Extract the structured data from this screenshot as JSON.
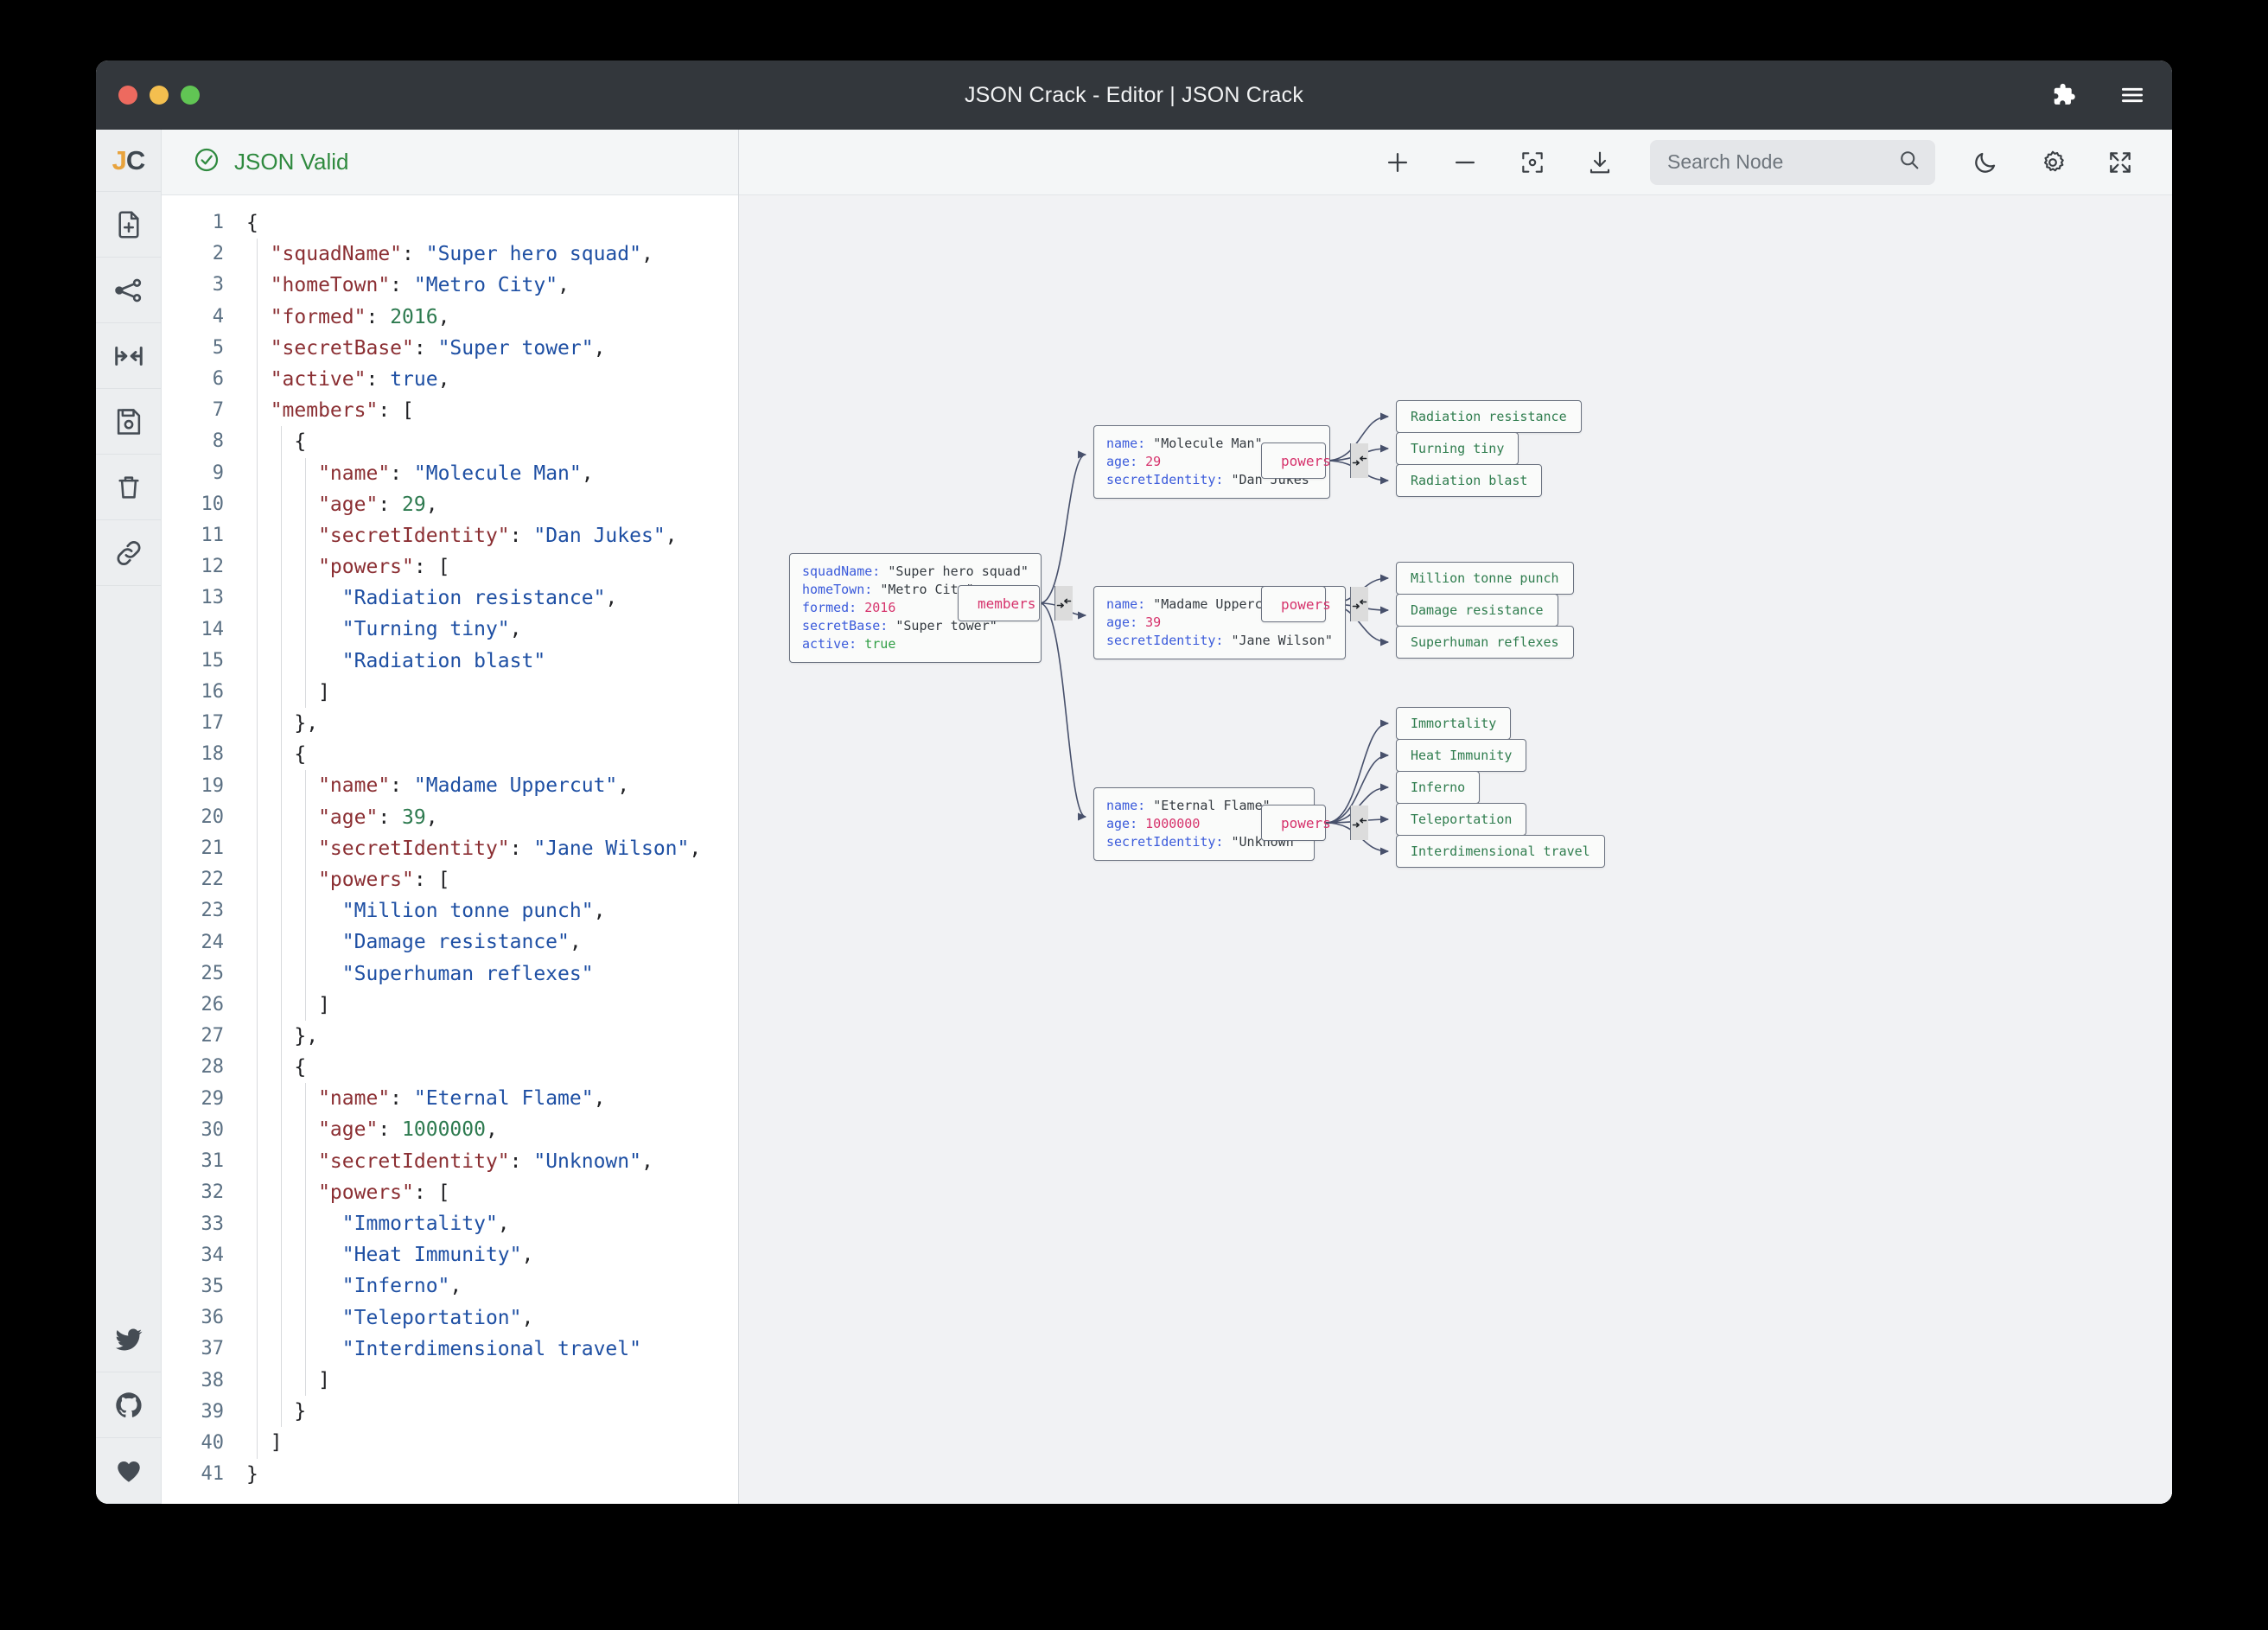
{
  "window": {
    "title": "JSON Crack - Editor | JSON Crack",
    "traffic": {
      "close": "close-button",
      "minimize": "minimize-button",
      "zoom": "zoom-button"
    },
    "actions": [
      {
        "name": "extensions-icon",
        "label": "Extensions"
      },
      {
        "name": "menu-icon",
        "label": "Menu"
      }
    ]
  },
  "rail": {
    "logo": {
      "j": "J",
      "c": "C"
    },
    "items": [
      {
        "name": "new-file-icon",
        "label": "New file"
      },
      {
        "name": "share-graph-icon",
        "label": "Share"
      },
      {
        "name": "collapse-icon",
        "label": "Collapse"
      },
      {
        "name": "save-icon",
        "label": "Save"
      },
      {
        "name": "delete-icon",
        "label": "Delete"
      },
      {
        "name": "link-icon",
        "label": "Copy link"
      }
    ],
    "social": [
      {
        "name": "twitter-icon",
        "label": "Twitter"
      },
      {
        "name": "github-icon",
        "label": "GitHub"
      },
      {
        "name": "heart-icon",
        "label": "Sponsor"
      }
    ]
  },
  "editor": {
    "status": "JSON Valid",
    "status_icon": "check-circle-icon",
    "line_count": 41,
    "lines": [
      {
        "n": 1,
        "tokens": [
          {
            "t": "{",
            "c": "p"
          }
        ],
        "indent": 0
      },
      {
        "n": 2,
        "tokens": [
          {
            "t": "  \"squadName\"",
            "c": "k"
          },
          {
            "t": ": ",
            "c": "p"
          },
          {
            "t": "\"Super hero squad\"",
            "c": "s"
          },
          {
            "t": ",",
            "c": "p"
          }
        ],
        "indent": 1
      },
      {
        "n": 3,
        "tokens": [
          {
            "t": "  \"homeTown\"",
            "c": "k"
          },
          {
            "t": ": ",
            "c": "p"
          },
          {
            "t": "\"Metro City\"",
            "c": "s"
          },
          {
            "t": ",",
            "c": "p"
          }
        ],
        "indent": 1
      },
      {
        "n": 4,
        "tokens": [
          {
            "t": "  \"formed\"",
            "c": "k"
          },
          {
            "t": ": ",
            "c": "p"
          },
          {
            "t": "2016",
            "c": "n"
          },
          {
            "t": ",",
            "c": "p"
          }
        ],
        "indent": 1
      },
      {
        "n": 5,
        "tokens": [
          {
            "t": "  \"secretBase\"",
            "c": "k"
          },
          {
            "t": ": ",
            "c": "p"
          },
          {
            "t": "\"Super tower\"",
            "c": "s"
          },
          {
            "t": ",",
            "c": "p"
          }
        ],
        "indent": 1
      },
      {
        "n": 6,
        "tokens": [
          {
            "t": "  \"active\"",
            "c": "k"
          },
          {
            "t": ": ",
            "c": "p"
          },
          {
            "t": "true",
            "c": "b"
          },
          {
            "t": ",",
            "c": "p"
          }
        ],
        "indent": 1
      },
      {
        "n": 7,
        "tokens": [
          {
            "t": "  \"members\"",
            "c": "k"
          },
          {
            "t": ": [",
            "c": "p"
          }
        ],
        "indent": 1
      },
      {
        "n": 8,
        "tokens": [
          {
            "t": "    {",
            "c": "p"
          }
        ],
        "indent": 2
      },
      {
        "n": 9,
        "tokens": [
          {
            "t": "      \"name\"",
            "c": "k"
          },
          {
            "t": ": ",
            "c": "p"
          },
          {
            "t": "\"Molecule Man\"",
            "c": "s"
          },
          {
            "t": ",",
            "c": "p"
          }
        ],
        "indent": 3
      },
      {
        "n": 10,
        "tokens": [
          {
            "t": "      \"age\"",
            "c": "k"
          },
          {
            "t": ": ",
            "c": "p"
          },
          {
            "t": "29",
            "c": "n"
          },
          {
            "t": ",",
            "c": "p"
          }
        ],
        "indent": 3
      },
      {
        "n": 11,
        "tokens": [
          {
            "t": "      \"secretIdentity\"",
            "c": "k"
          },
          {
            "t": ": ",
            "c": "p"
          },
          {
            "t": "\"Dan Jukes\"",
            "c": "s"
          },
          {
            "t": ",",
            "c": "p"
          }
        ],
        "indent": 3
      },
      {
        "n": 12,
        "tokens": [
          {
            "t": "      \"powers\"",
            "c": "k"
          },
          {
            "t": ": [",
            "c": "p"
          }
        ],
        "indent": 3
      },
      {
        "n": 13,
        "tokens": [
          {
            "t": "        ",
            "c": "p"
          },
          {
            "t": "\"Radiation resistance\"",
            "c": "s"
          },
          {
            "t": ",",
            "c": "p"
          }
        ],
        "indent": 4
      },
      {
        "n": 14,
        "tokens": [
          {
            "t": "        ",
            "c": "p"
          },
          {
            "t": "\"Turning tiny\"",
            "c": "s"
          },
          {
            "t": ",",
            "c": "p"
          }
        ],
        "indent": 4
      },
      {
        "n": 15,
        "tokens": [
          {
            "t": "        ",
            "c": "p"
          },
          {
            "t": "\"Radiation blast\"",
            "c": "s"
          }
        ],
        "indent": 4
      },
      {
        "n": 16,
        "tokens": [
          {
            "t": "      ]",
            "c": "p"
          }
        ],
        "indent": 3
      },
      {
        "n": 17,
        "tokens": [
          {
            "t": "    },",
            "c": "p"
          }
        ],
        "indent": 2
      },
      {
        "n": 18,
        "tokens": [
          {
            "t": "    {",
            "c": "p"
          }
        ],
        "indent": 2
      },
      {
        "n": 19,
        "tokens": [
          {
            "t": "      \"name\"",
            "c": "k"
          },
          {
            "t": ": ",
            "c": "p"
          },
          {
            "t": "\"Madame Uppercut\"",
            "c": "s"
          },
          {
            "t": ",",
            "c": "p"
          }
        ],
        "indent": 3
      },
      {
        "n": 20,
        "tokens": [
          {
            "t": "      \"age\"",
            "c": "k"
          },
          {
            "t": ": ",
            "c": "p"
          },
          {
            "t": "39",
            "c": "n"
          },
          {
            "t": ",",
            "c": "p"
          }
        ],
        "indent": 3
      },
      {
        "n": 21,
        "tokens": [
          {
            "t": "      \"secretIdentity\"",
            "c": "k"
          },
          {
            "t": ": ",
            "c": "p"
          },
          {
            "t": "\"Jane Wilson\"",
            "c": "s"
          },
          {
            "t": ",",
            "c": "p"
          }
        ],
        "indent": 3
      },
      {
        "n": 22,
        "tokens": [
          {
            "t": "      \"powers\"",
            "c": "k"
          },
          {
            "t": ": [",
            "c": "p"
          }
        ],
        "indent": 3
      },
      {
        "n": 23,
        "tokens": [
          {
            "t": "        ",
            "c": "p"
          },
          {
            "t": "\"Million tonne punch\"",
            "c": "s"
          },
          {
            "t": ",",
            "c": "p"
          }
        ],
        "indent": 4
      },
      {
        "n": 24,
        "tokens": [
          {
            "t": "        ",
            "c": "p"
          },
          {
            "t": "\"Damage resistance\"",
            "c": "s"
          },
          {
            "t": ",",
            "c": "p"
          }
        ],
        "indent": 4
      },
      {
        "n": 25,
        "tokens": [
          {
            "t": "        ",
            "c": "p"
          },
          {
            "t": "\"Superhuman reflexes\"",
            "c": "s"
          }
        ],
        "indent": 4
      },
      {
        "n": 26,
        "tokens": [
          {
            "t": "      ]",
            "c": "p"
          }
        ],
        "indent": 3
      },
      {
        "n": 27,
        "tokens": [
          {
            "t": "    },",
            "c": "p"
          }
        ],
        "indent": 2
      },
      {
        "n": 28,
        "tokens": [
          {
            "t": "    {",
            "c": "p"
          }
        ],
        "indent": 2
      },
      {
        "n": 29,
        "tokens": [
          {
            "t": "      \"name\"",
            "c": "k"
          },
          {
            "t": ": ",
            "c": "p"
          },
          {
            "t": "\"Eternal Flame\"",
            "c": "s"
          },
          {
            "t": ",",
            "c": "p"
          }
        ],
        "indent": 3
      },
      {
        "n": 30,
        "tokens": [
          {
            "t": "      \"age\"",
            "c": "k"
          },
          {
            "t": ": ",
            "c": "p"
          },
          {
            "t": "1000000",
            "c": "n"
          },
          {
            "t": ",",
            "c": "p"
          }
        ],
        "indent": 3
      },
      {
        "n": 31,
        "tokens": [
          {
            "t": "      \"secretIdentity\"",
            "c": "k"
          },
          {
            "t": ": ",
            "c": "p"
          },
          {
            "t": "\"Unknown\"",
            "c": "s"
          },
          {
            "t": ",",
            "c": "p"
          }
        ],
        "indent": 3
      },
      {
        "n": 32,
        "tokens": [
          {
            "t": "      \"powers\"",
            "c": "k"
          },
          {
            "t": ": [",
            "c": "p"
          }
        ],
        "indent": 3
      },
      {
        "n": 33,
        "tokens": [
          {
            "t": "        ",
            "c": "p"
          },
          {
            "t": "\"Immortality\"",
            "c": "s"
          },
          {
            "t": ",",
            "c": "p"
          }
        ],
        "indent": 4
      },
      {
        "n": 34,
        "tokens": [
          {
            "t": "        ",
            "c": "p"
          },
          {
            "t": "\"Heat Immunity\"",
            "c": "s"
          },
          {
            "t": ",",
            "c": "p"
          }
        ],
        "indent": 4
      },
      {
        "n": 35,
        "tokens": [
          {
            "t": "        ",
            "c": "p"
          },
          {
            "t": "\"Inferno\"",
            "c": "s"
          },
          {
            "t": ",",
            "c": "p"
          }
        ],
        "indent": 4
      },
      {
        "n": 36,
        "tokens": [
          {
            "t": "        ",
            "c": "p"
          },
          {
            "t": "\"Teleportation\"",
            "c": "s"
          },
          {
            "t": ",",
            "c": "p"
          }
        ],
        "indent": 4
      },
      {
        "n": 37,
        "tokens": [
          {
            "t": "        ",
            "c": "p"
          },
          {
            "t": "\"Interdimensional travel\"",
            "c": "s"
          }
        ],
        "indent": 4
      },
      {
        "n": 38,
        "tokens": [
          {
            "t": "      ]",
            "c": "p"
          }
        ],
        "indent": 3
      },
      {
        "n": 39,
        "tokens": [
          {
            "t": "    }",
            "c": "p"
          }
        ],
        "indent": 2
      },
      {
        "n": 40,
        "tokens": [
          {
            "t": "  ]",
            "c": "p"
          }
        ],
        "indent": 1
      },
      {
        "n": 41,
        "tokens": [
          {
            "t": "}",
            "c": "p"
          }
        ],
        "indent": 0
      }
    ]
  },
  "toolbar": {
    "zoom_in": "zoom-in-icon",
    "zoom_out": "zoom-out-icon",
    "center": "center-view-icon",
    "download": "download-icon",
    "search_placeholder": "Search Node",
    "search_value": "",
    "search_icon": "search-icon",
    "theme": "moon-icon",
    "settings": "gear-icon",
    "fullscreen": "fullscreen-icon"
  },
  "graph": {
    "root": {
      "rows": [
        {
          "key": "squadName",
          "value": "\"Super hero squad\"",
          "type": "string"
        },
        {
          "key": "homeTown",
          "value": "\"Metro City\"",
          "type": "string"
        },
        {
          "key": "formed",
          "value": "2016",
          "type": "number"
        },
        {
          "key": "secretBase",
          "value": "\"Super tower\"",
          "type": "string"
        },
        {
          "key": "active",
          "value": "true",
          "type": "boolean"
        }
      ]
    },
    "members_label": "members",
    "powers_label": "powers",
    "collapse_icon": "collapse-arrows-icon",
    "members": [
      {
        "rows": [
          {
            "key": "name",
            "value": "\"Molecule Man\"",
            "type": "string"
          },
          {
            "key": "age",
            "value": "29",
            "type": "number"
          },
          {
            "key": "secretIdentity",
            "value": "\"Dan Jukes\"",
            "type": "string"
          }
        ],
        "powers": [
          "Radiation resistance",
          "Turning tiny",
          "Radiation blast"
        ]
      },
      {
        "rows": [
          {
            "key": "name",
            "value": "\"Madame Uppercut\"",
            "type": "string"
          },
          {
            "key": "age",
            "value": "39",
            "type": "number"
          },
          {
            "key": "secretIdentity",
            "value": "\"Jane Wilson\"",
            "type": "string"
          }
        ],
        "powers": [
          "Million tonne punch",
          "Damage resistance",
          "Superhuman reflexes"
        ]
      },
      {
        "rows": [
          {
            "key": "name",
            "value": "\"Eternal Flame\"",
            "type": "string"
          },
          {
            "key": "age",
            "value": "1000000",
            "type": "number"
          },
          {
            "key": "secretIdentity",
            "value": "\"Unknown\"",
            "type": "string"
          }
        ],
        "powers": [
          "Immortality",
          "Heat Immunity",
          "Inferno",
          "Teleportation",
          "Interdimensional travel"
        ]
      }
    ]
  },
  "colors": {
    "titlebar": "#33373c",
    "valid_green": "#2f8a3f",
    "accent_orange": "#e8a33d",
    "node_key": "#3b5bdb",
    "node_number": "#d6336c",
    "node_bool": "#2f9e44",
    "node_leaf": "#2f7d4e",
    "canvas_bg": "#f1f2f4"
  }
}
